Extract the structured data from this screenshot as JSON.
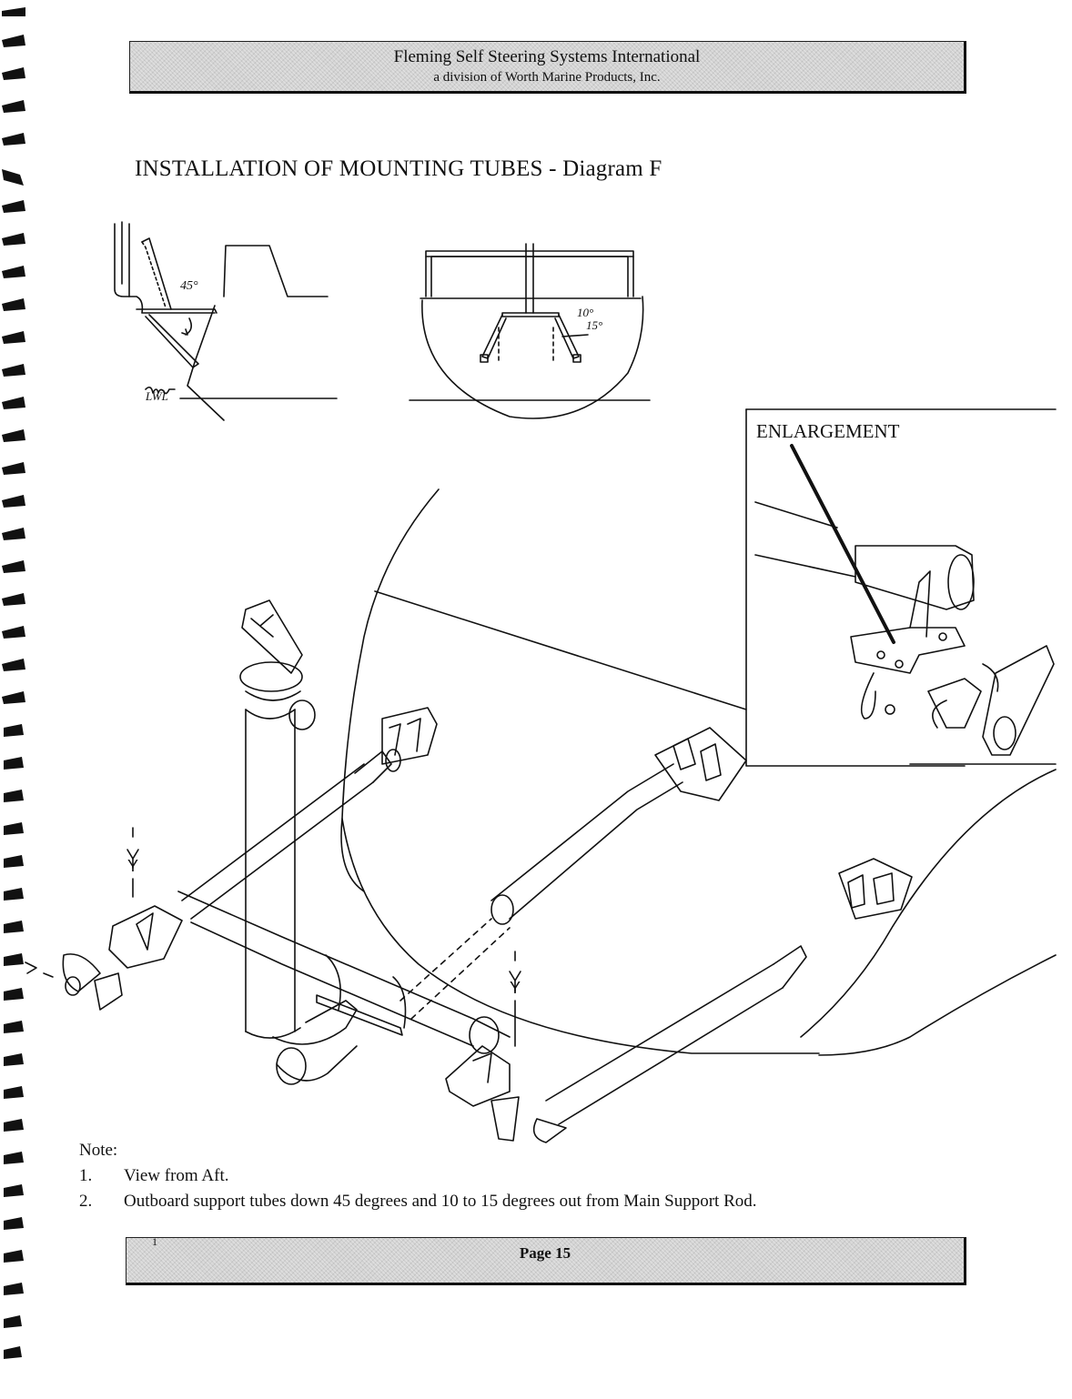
{
  "header": {
    "line1": "Fleming Self Steering Systems International",
    "line2": "a division of Worth Marine Products, Inc."
  },
  "title": "INSTALLATION OF MOUNTING TUBES - Diagram F",
  "sketch_labels": {
    "angle_45": "45°",
    "angle_10": "10°",
    "angle_15": "15°",
    "lwl": "LWL",
    "y_left": "Y",
    "y_right": "Y"
  },
  "enlargement": {
    "label": "ENLARGEMENT"
  },
  "note": {
    "heading": "Note:",
    "items": [
      {
        "num": "1.",
        "text": "View from Aft."
      },
      {
        "num": "2.",
        "text": "Outboard support tubes down 45 degrees and 10 to 15 degrees out from Main Support Rod."
      }
    ]
  },
  "footer": {
    "page": "Page 15",
    "mark": "1"
  }
}
